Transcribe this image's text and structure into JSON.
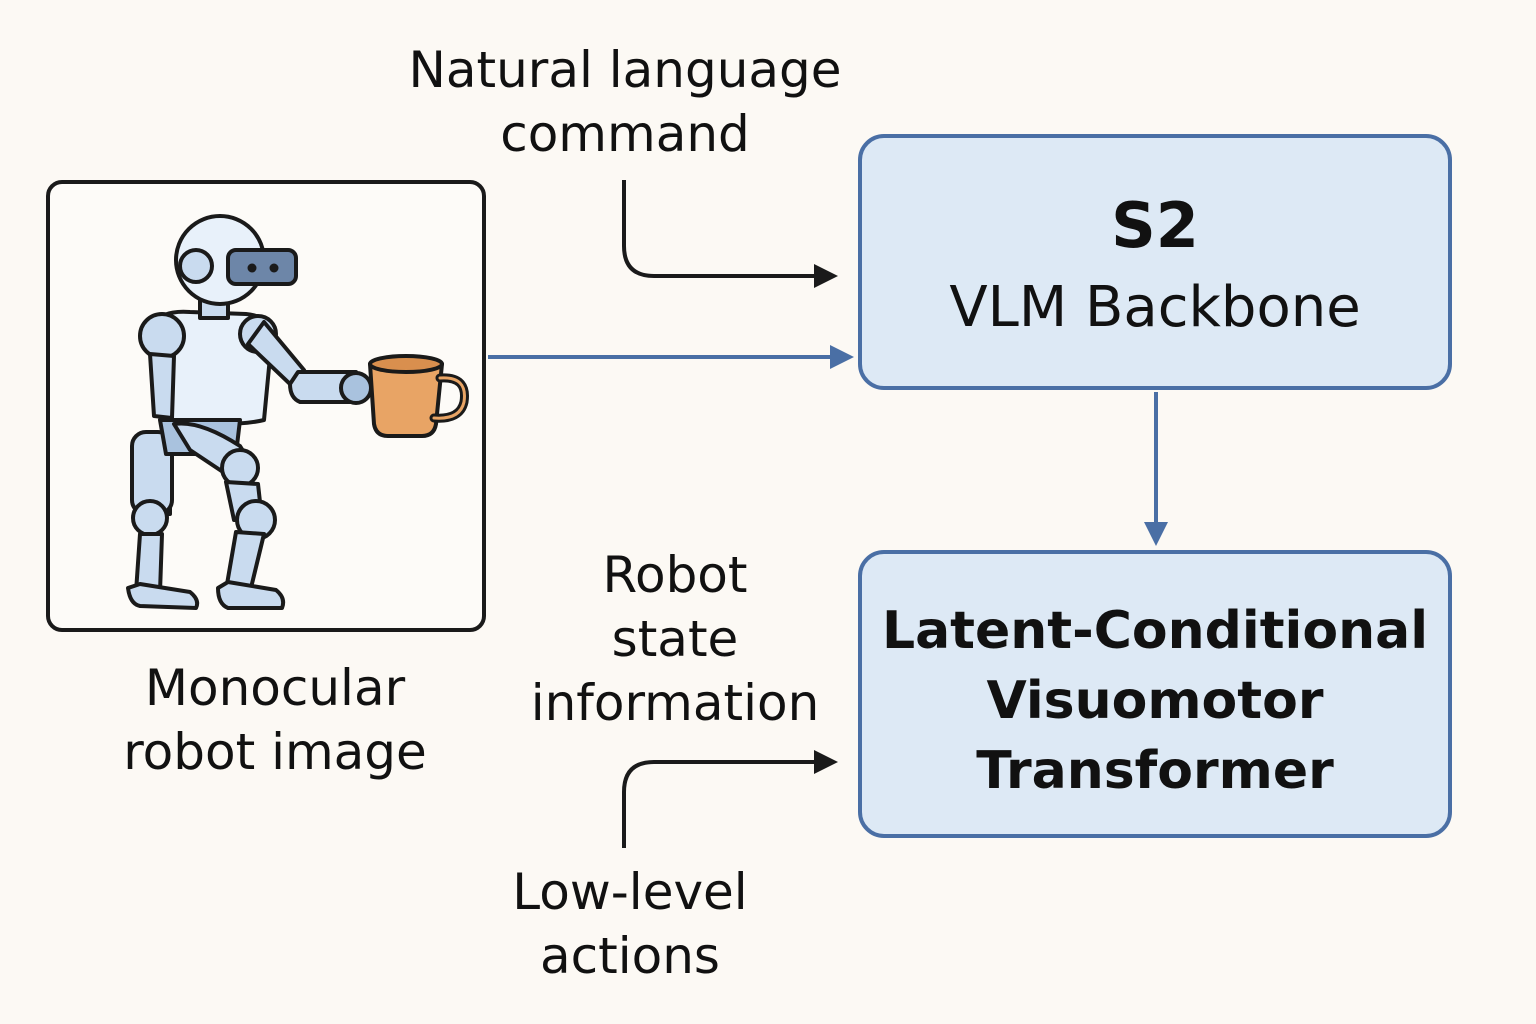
{
  "labels": {
    "language_command": [
      "Natural language",
      "command"
    ],
    "robot_image": [
      "Monocular",
      "robot image"
    ],
    "robot_state": [
      "Robot",
      "state",
      "information"
    ],
    "low_level": [
      "Low-level",
      "actions"
    ]
  },
  "s2_box": {
    "title": "S2",
    "subtitle": "VLM Backbone"
  },
  "s1_box": {
    "lines": [
      "Latent-Conditional",
      "Visuomotor",
      "Transformer"
    ]
  },
  "colors": {
    "box_fill": "#dde9f5",
    "box_border": "#4a6fa5",
    "arrow_blue": "#4a6fa5",
    "arrow_dark": "#1a1a1a",
    "mug": "#e8a465",
    "robot_body": "#c9dbef"
  },
  "icons": {
    "robot": "robot-holding-mug-icon",
    "mug": "mug-icon"
  }
}
